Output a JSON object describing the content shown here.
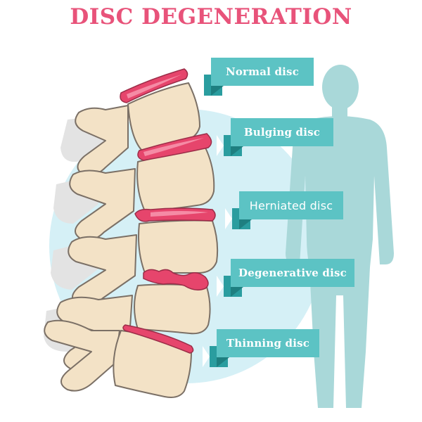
{
  "title": "DISC DEGENERATION",
  "colors": {
    "title": "#e8537a",
    "banner": "#5cc3c4",
    "banner_dark": "#2a9d9f",
    "circle": "#d5f0f6",
    "silhouette": "#a9d8d9",
    "bone": "#f3e2c6",
    "bone_outline": "#7b7066",
    "disc": "#e6456c",
    "disc_highlight": "#f58ba5"
  },
  "labels": [
    "Normal disc",
    "Bulging disc",
    "Herniated disc",
    "Degenerative disc",
    "Thinning disc"
  ]
}
